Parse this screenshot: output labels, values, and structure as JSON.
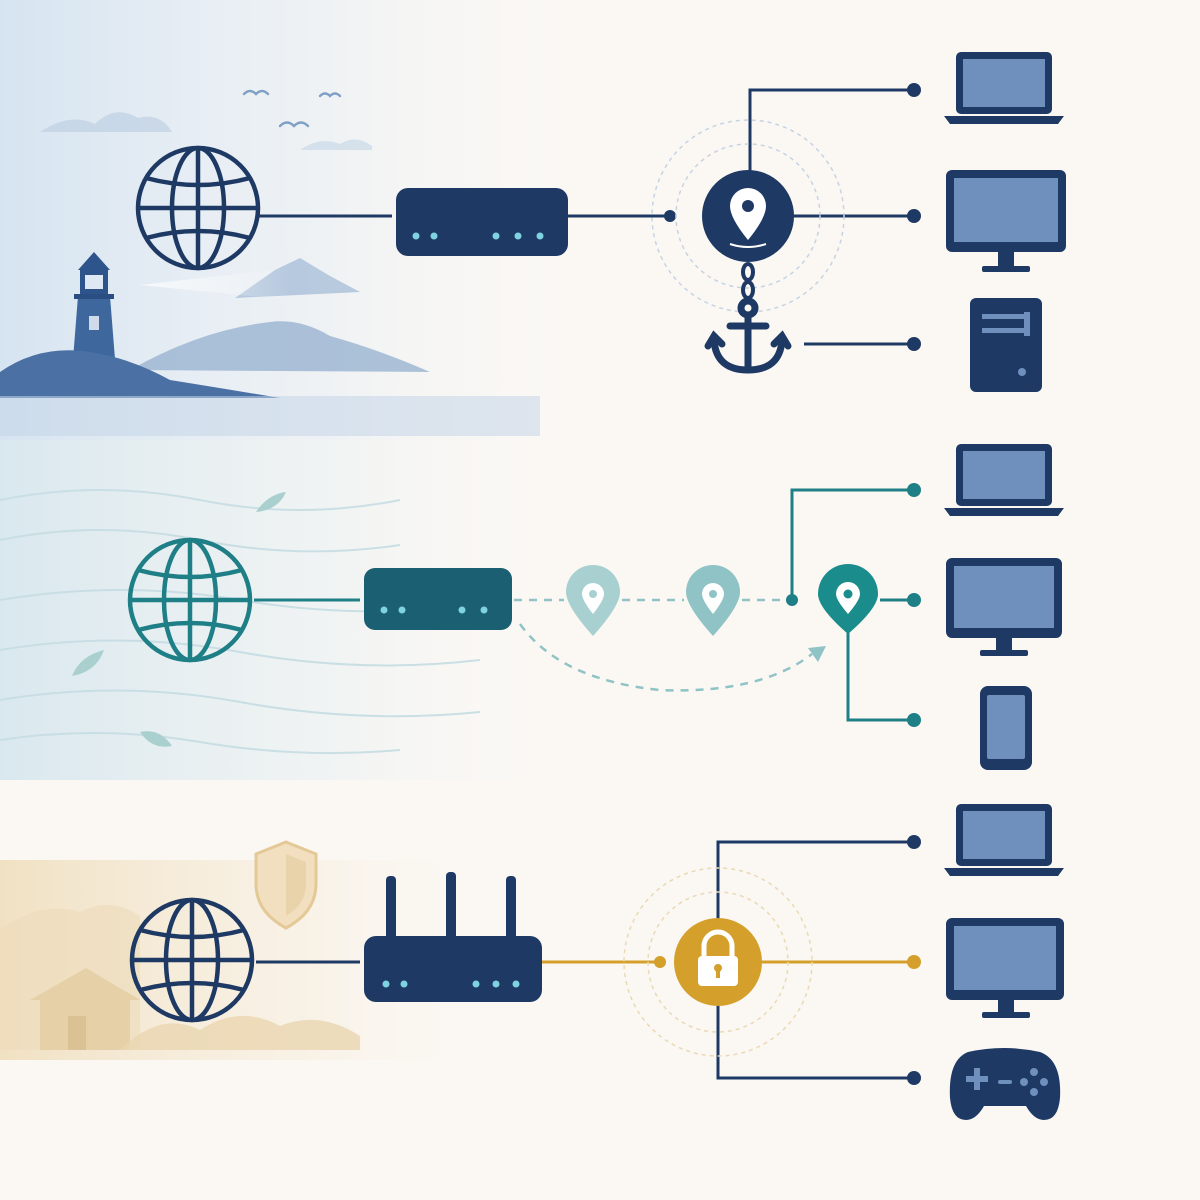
{
  "colors": {
    "navy": "#1e3a64",
    "teal": "#1f7f86",
    "teal_light": "#8fc3c5",
    "gold": "#d4a02b",
    "screen": "#6f8fbd",
    "background": "#fbf8f4",
    "sky_blue": "#dce8f3",
    "sand": "#f3e4c8"
  },
  "scenes": [
    {
      "id": "fixed-anchored",
      "backdrop": [
        "lighthouse",
        "mountains",
        "birds",
        "sea"
      ],
      "source": "globe-icon",
      "gateway": "modem-icon",
      "hub": "location-pin-icon",
      "hub_attachment": "anchor-icon",
      "devices": [
        "laptop-icon",
        "monitor-icon",
        "desktop-tower-icon"
      ]
    },
    {
      "id": "roaming",
      "backdrop": [
        "waves",
        "leaves"
      ],
      "source": "globe-icon",
      "gateway": "modem-icon",
      "path": [
        "location-pin-icon",
        "location-pin-icon",
        "location-pin-icon"
      ],
      "devices": [
        "laptop-icon",
        "monitor-icon",
        "tablet-icon"
      ]
    },
    {
      "id": "secured-home",
      "backdrop": [
        "house",
        "hills",
        "shield"
      ],
      "source": "globe-icon",
      "gateway": "wifi-router-icon",
      "hub": "padlock-icon",
      "devices": [
        "laptop-icon",
        "monitor-icon",
        "gamepad-icon"
      ]
    }
  ]
}
